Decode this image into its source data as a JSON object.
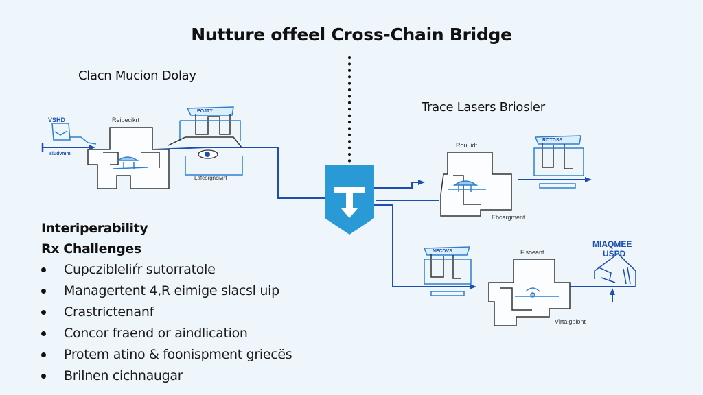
{
  "diagram": {
    "title": "Nutture offeel Cross-Chain Bridge",
    "colors": {
      "background": "#eef6fb",
      "line_blue": "#1c4fb0",
      "sketch_blue": "#2f7fcf",
      "bridge_logo": "#2a9ad6",
      "sketch_dark": "#333333"
    },
    "left_section": {
      "heading": "Clacn Mucion Dolay",
      "source_node": {
        "label": "VSHD",
        "caption": "sludvmm",
        "icon": "wallet-device-icon"
      },
      "machine_node": {
        "label": "Reipecikrt",
        "icon": "machine-icon"
      },
      "tower_node": {
        "label": "EOJTY",
        "caption": "Lafcorgncivirt",
        "icon": "eye-icon"
      }
    },
    "bridge": {
      "logo_letter": "T",
      "icon": "shield-bridge-icon"
    },
    "right_section": {
      "heading": "Trace Lasers Briosler",
      "upper_machine": {
        "label": "Rouuidt",
        "caption": "Ebcargment",
        "icon": "machine-icon"
      },
      "upper_tower": {
        "label": "ROTDSS",
        "icon": "tower-icon"
      },
      "lower_tower": {
        "label": "NFCDVS",
        "icon": "tower-icon"
      },
      "lower_machine": {
        "label": "Fisoeant",
        "caption": "Virtaigpiont",
        "icon": "machine-icon"
      },
      "destination": {
        "label_line1": "MIAQMEE",
        "label_line2": "USPD",
        "icon": "house-icon"
      }
    },
    "challenges": {
      "heading_line1": "Interiperability",
      "heading_line2": "Rx Challenges",
      "items": [
        "Cupczibleliŕr sutorratole",
        "Managertent 4,R eimige slacsl uip",
        "Crastrictenanf",
        "Concor fraend or aindlication",
        "Protem atino & foonispment griecës",
        "Brilnen cichnaugar"
      ]
    }
  }
}
